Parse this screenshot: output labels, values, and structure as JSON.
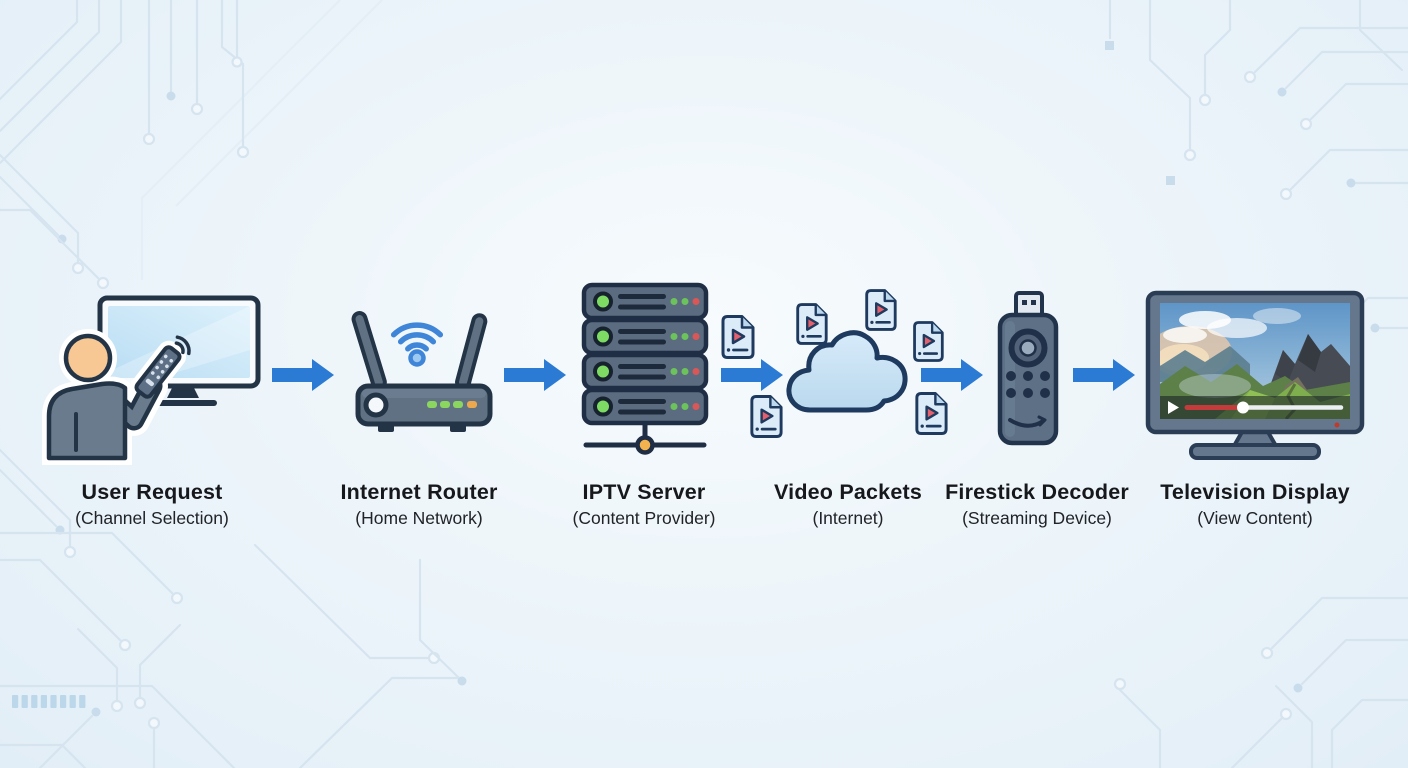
{
  "diagram": {
    "type": "flow",
    "direction": "left-to-right",
    "stages": [
      {
        "title": "User Request",
        "subtitle": "(Channel Selection)",
        "icon": "person-with-remote-and-tv-icon"
      },
      {
        "title": "Internet Router",
        "subtitle": "(Home Network)",
        "icon": "wifi-router-icon"
      },
      {
        "title": "IPTV Server",
        "subtitle": "(Content Provider)",
        "icon": "server-rack-icon"
      },
      {
        "title": "Video Packets",
        "subtitle": "(Internet)",
        "icon": "cloud-with-video-packet-files-icon"
      },
      {
        "title": "Firestick Decoder",
        "subtitle": "(Streaming Device)",
        "icon": "firestick-streaming-stick-icon"
      },
      {
        "title": "Television Display",
        "subtitle": "(View Content)",
        "icon": "television-playing-video-icon"
      }
    ],
    "arrow_count": 5,
    "video_packet_count": 6,
    "server_units": 4,
    "router_leds": [
      "green",
      "green",
      "green",
      "orange"
    ],
    "player_progress": 0.42,
    "decorations": {
      "bottom_left_dash_count": 8,
      "background": "circuit-board-traces"
    }
  },
  "colors": {
    "arrow_blue": "#2b7bd4",
    "outline_navy": "#22344a",
    "device_slate": "#5f7183",
    "device_slate_light": "#74859a",
    "screen_blue": "#cfe9fb",
    "skin_tan": "#f7c893",
    "led_green": "#7ddb63",
    "led_orange": "#eda84e",
    "dot_red": "#d95757",
    "node_orange": "#f2b24e",
    "packet_fill": "#dcebf8",
    "packet_play_red": "#e4606d",
    "cloud_fill": "#cfe5f6",
    "wifi_blue": "#3f86d8",
    "title_text": "#16181c",
    "subtitle_text": "#202328",
    "bg_light": "#edf5fa",
    "circuit_line": "#d6e4f0"
  }
}
